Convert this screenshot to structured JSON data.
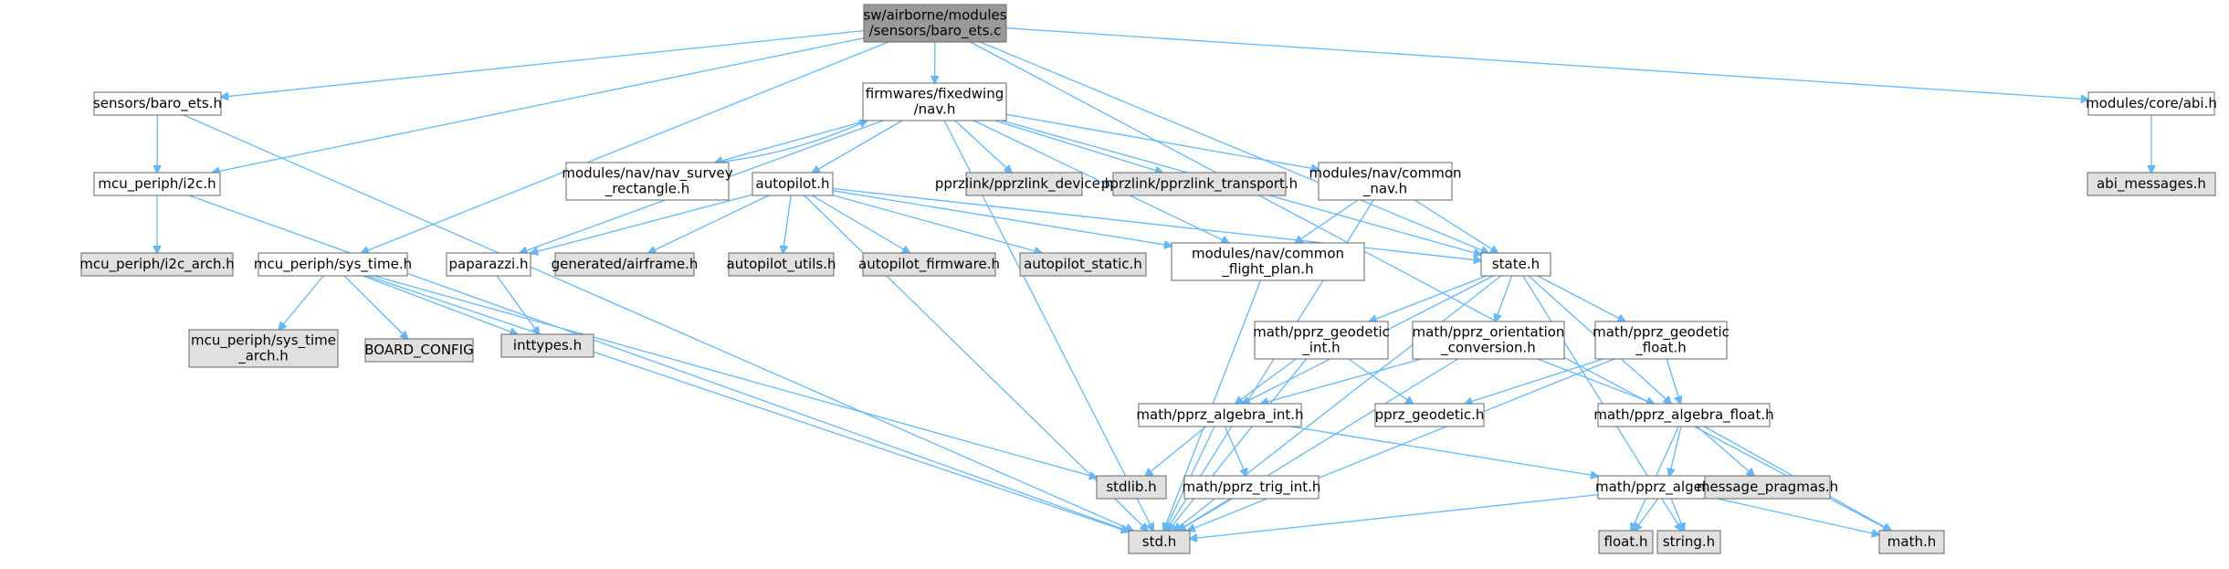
{
  "colors": {
    "edge": "#63b8ff",
    "root_fill": "#999999",
    "file_fill": "#ffffff",
    "system_fill": "#e0e0e0",
    "border": "#666666"
  },
  "nodes": [
    {
      "id": "n0",
      "kind": "root",
      "lines": [
        "sw/airborne/modules",
        "/sensors/baro_ets.c"
      ]
    },
    {
      "id": "n1",
      "kind": "file",
      "lines": [
        "sensors/baro_ets.h"
      ]
    },
    {
      "id": "n2",
      "kind": "file",
      "lines": [
        "firmwares/fixedwing",
        "/nav.h"
      ]
    },
    {
      "id": "n3",
      "kind": "file",
      "lines": [
        "modules/core/abi.h"
      ]
    },
    {
      "id": "n4",
      "kind": "system",
      "lines": [
        "abi_messages.h"
      ]
    },
    {
      "id": "n5",
      "kind": "file",
      "lines": [
        "mcu_periph/i2c.h"
      ]
    },
    {
      "id": "n6",
      "kind": "system",
      "lines": [
        "mcu_periph/i2c_arch.h"
      ]
    },
    {
      "id": "n7",
      "kind": "file",
      "lines": [
        "modules/nav/nav_survey",
        "_rectangle.h"
      ]
    },
    {
      "id": "n8",
      "kind": "file",
      "lines": [
        "autopilot.h"
      ]
    },
    {
      "id": "n9",
      "kind": "system",
      "lines": [
        "pprzlink/pprzlink_device.h"
      ]
    },
    {
      "id": "n10",
      "kind": "system",
      "lines": [
        "pprzlink/pprzlink_transport.h"
      ]
    },
    {
      "id": "n11",
      "kind": "file",
      "lines": [
        "modules/nav/common",
        "_nav.h"
      ]
    },
    {
      "id": "n12",
      "kind": "file",
      "lines": [
        "mcu_periph/sys_time.h"
      ]
    },
    {
      "id": "n13",
      "kind": "file",
      "lines": [
        "paparazzi.h"
      ]
    },
    {
      "id": "n14",
      "kind": "system",
      "lines": [
        "generated/airframe.h"
      ]
    },
    {
      "id": "n15",
      "kind": "system",
      "lines": [
        "autopilot_utils.h"
      ]
    },
    {
      "id": "n16",
      "kind": "system",
      "lines": [
        "autopilot_firmware.h"
      ]
    },
    {
      "id": "n17",
      "kind": "system",
      "lines": [
        "autopilot_static.h"
      ]
    },
    {
      "id": "n18",
      "kind": "file",
      "lines": [
        "modules/nav/common",
        "_flight_plan.h"
      ]
    },
    {
      "id": "n19",
      "kind": "file",
      "lines": [
        "state.h"
      ]
    },
    {
      "id": "n20",
      "kind": "system",
      "lines": [
        "mcu_periph/sys_time",
        "_arch.h"
      ]
    },
    {
      "id": "n21",
      "kind": "system",
      "lines": [
        "BOARD_CONFIG"
      ]
    },
    {
      "id": "n22",
      "kind": "system",
      "lines": [
        "inttypes.h"
      ]
    },
    {
      "id": "n23",
      "kind": "file",
      "lines": [
        "math/pprz_geodetic",
        "_int.h"
      ]
    },
    {
      "id": "n24",
      "kind": "file",
      "lines": [
        "math/pprz_orientation",
        "_conversion.h"
      ]
    },
    {
      "id": "n25",
      "kind": "file",
      "lines": [
        "math/pprz_geodetic",
        "_float.h"
      ]
    },
    {
      "id": "n26",
      "kind": "file",
      "lines": [
        "math/pprz_algebra_int.h"
      ]
    },
    {
      "id": "n27",
      "kind": "file",
      "lines": [
        "pprz_geodetic.h"
      ]
    },
    {
      "id": "n28",
      "kind": "file",
      "lines": [
        "math/pprz_algebra_float.h"
      ]
    },
    {
      "id": "n29",
      "kind": "system",
      "lines": [
        "stdlib.h"
      ]
    },
    {
      "id": "n30",
      "kind": "file",
      "lines": [
        "math/pprz_trig_int.h"
      ]
    },
    {
      "id": "n31",
      "kind": "file",
      "lines": [
        "math/pprz_algebra.h"
      ]
    },
    {
      "id": "n32",
      "kind": "system",
      "lines": [
        "message_pragmas.h"
      ]
    },
    {
      "id": "n33",
      "kind": "system",
      "lines": [
        "std.h"
      ]
    },
    {
      "id": "n34",
      "kind": "system",
      "lines": [
        "float.h"
      ]
    },
    {
      "id": "n35",
      "kind": "system",
      "lines": [
        "string.h"
      ]
    },
    {
      "id": "n36",
      "kind": "system",
      "lines": [
        "math.h"
      ]
    }
  ],
  "edges": [
    [
      "n0",
      "n1"
    ],
    [
      "n0",
      "n2"
    ],
    [
      "n0",
      "n3"
    ],
    [
      "n0",
      "n5"
    ],
    [
      "n0",
      "n12"
    ],
    [
      "n0",
      "n19"
    ],
    [
      "n0",
      "n36"
    ],
    [
      "n1",
      "n5"
    ],
    [
      "n1",
      "n33"
    ],
    [
      "n5",
      "n6"
    ],
    [
      "n5",
      "n33"
    ],
    [
      "n2",
      "n7"
    ],
    [
      "n2",
      "n8"
    ],
    [
      "n2",
      "n9"
    ],
    [
      "n2",
      "n10"
    ],
    [
      "n2",
      "n11"
    ],
    [
      "n2",
      "n13"
    ],
    [
      "n2",
      "n18"
    ],
    [
      "n2",
      "n19"
    ],
    [
      "n2",
      "n33"
    ],
    [
      "n7",
      "n2"
    ],
    [
      "n3",
      "n4"
    ],
    [
      "n8",
      "n13"
    ],
    [
      "n8",
      "n14"
    ],
    [
      "n8",
      "n15"
    ],
    [
      "n8",
      "n16"
    ],
    [
      "n8",
      "n17"
    ],
    [
      "n8",
      "n18"
    ],
    [
      "n8",
      "n19"
    ],
    [
      "n8",
      "n33"
    ],
    [
      "n11",
      "n18"
    ],
    [
      "n11",
      "n19"
    ],
    [
      "n11",
      "n33"
    ],
    [
      "n12",
      "n20"
    ],
    [
      "n12",
      "n21"
    ],
    [
      "n12",
      "n22"
    ],
    [
      "n12",
      "n29"
    ],
    [
      "n12",
      "n33"
    ],
    [
      "n13",
      "n22"
    ],
    [
      "n18",
      "n33"
    ],
    [
      "n19",
      "n23"
    ],
    [
      "n19",
      "n24"
    ],
    [
      "n19",
      "n25"
    ],
    [
      "n19",
      "n26"
    ],
    [
      "n19",
      "n28"
    ],
    [
      "n19",
      "n33"
    ],
    [
      "n19",
      "n35"
    ],
    [
      "n23",
      "n26"
    ],
    [
      "n23",
      "n27"
    ],
    [
      "n23",
      "n33"
    ],
    [
      "n24",
      "n26"
    ],
    [
      "n24",
      "n28"
    ],
    [
      "n24",
      "n33"
    ],
    [
      "n25",
      "n27"
    ],
    [
      "n25",
      "n28"
    ],
    [
      "n25",
      "n33"
    ],
    [
      "n26",
      "n29"
    ],
    [
      "n26",
      "n30"
    ],
    [
      "n26",
      "n31"
    ],
    [
      "n26",
      "n33"
    ],
    [
      "n28",
      "n31"
    ],
    [
      "n28",
      "n32"
    ],
    [
      "n28",
      "n34"
    ],
    [
      "n28",
      "n36"
    ],
    [
      "n30",
      "n33"
    ],
    [
      "n31",
      "n33"
    ],
    [
      "n31",
      "n34"
    ],
    [
      "n31",
      "n35"
    ],
    [
      "n31",
      "n36"
    ]
  ]
}
